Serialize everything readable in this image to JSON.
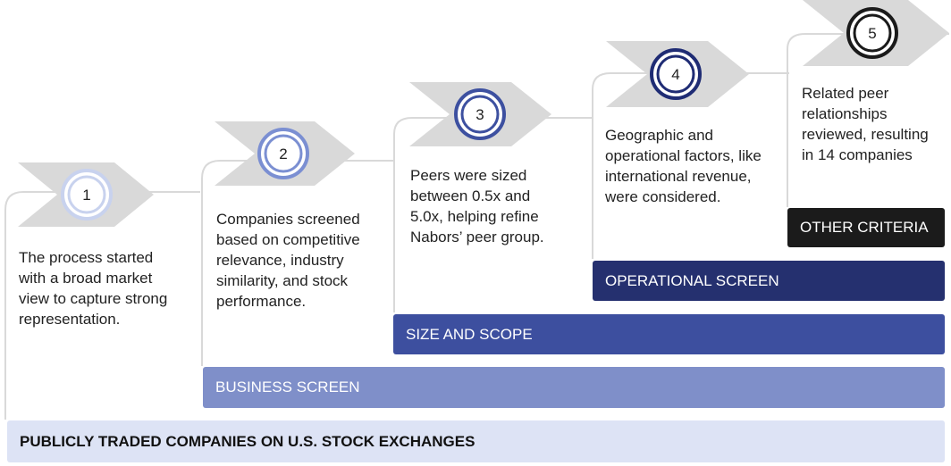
{
  "steps": [
    {
      "number": "1",
      "text": "The process started with a broad market view to capture strong representation."
    },
    {
      "number": "2",
      "text": "Companies screened based on competitive relevance, industry similarity, and stock performance."
    },
    {
      "number": "3",
      "text": "Peers were sized between 0.5x and 5.0x, helping refine Nabors’ peer group."
    },
    {
      "number": "4",
      "text": "Geographic and operational factors, like international revenue, were considered."
    },
    {
      "number": "5",
      "text": "Related peer relationships reviewed, resulting in 14 companies"
    }
  ],
  "bars": {
    "other_criteria": "OTHER CRITERIA",
    "operational_screen": "OPERATIONAL SCREEN",
    "size_and_scope": "SIZE AND SCOPE",
    "business_screen": "BUSINESS SCREEN",
    "publicly_traded": "PUBLICLY TRADED COMPANIES ON U.S. STOCK EXCHANGES"
  },
  "colors": {
    "step1": "#c8d2ee",
    "step2": "#7b8fd2",
    "step3": "#3d50a0",
    "step4": "#1f2c74",
    "step5": "#1a1a1a",
    "chevron": "#d9d9d9",
    "bracket": "#d9d9d9",
    "bar_publicly": "#dde3f5",
    "bar_business": "#7f8fc9",
    "bar_size": "#3d4f9f",
    "bar_operational": "#25306f",
    "bar_other": "#1b1b1b"
  }
}
